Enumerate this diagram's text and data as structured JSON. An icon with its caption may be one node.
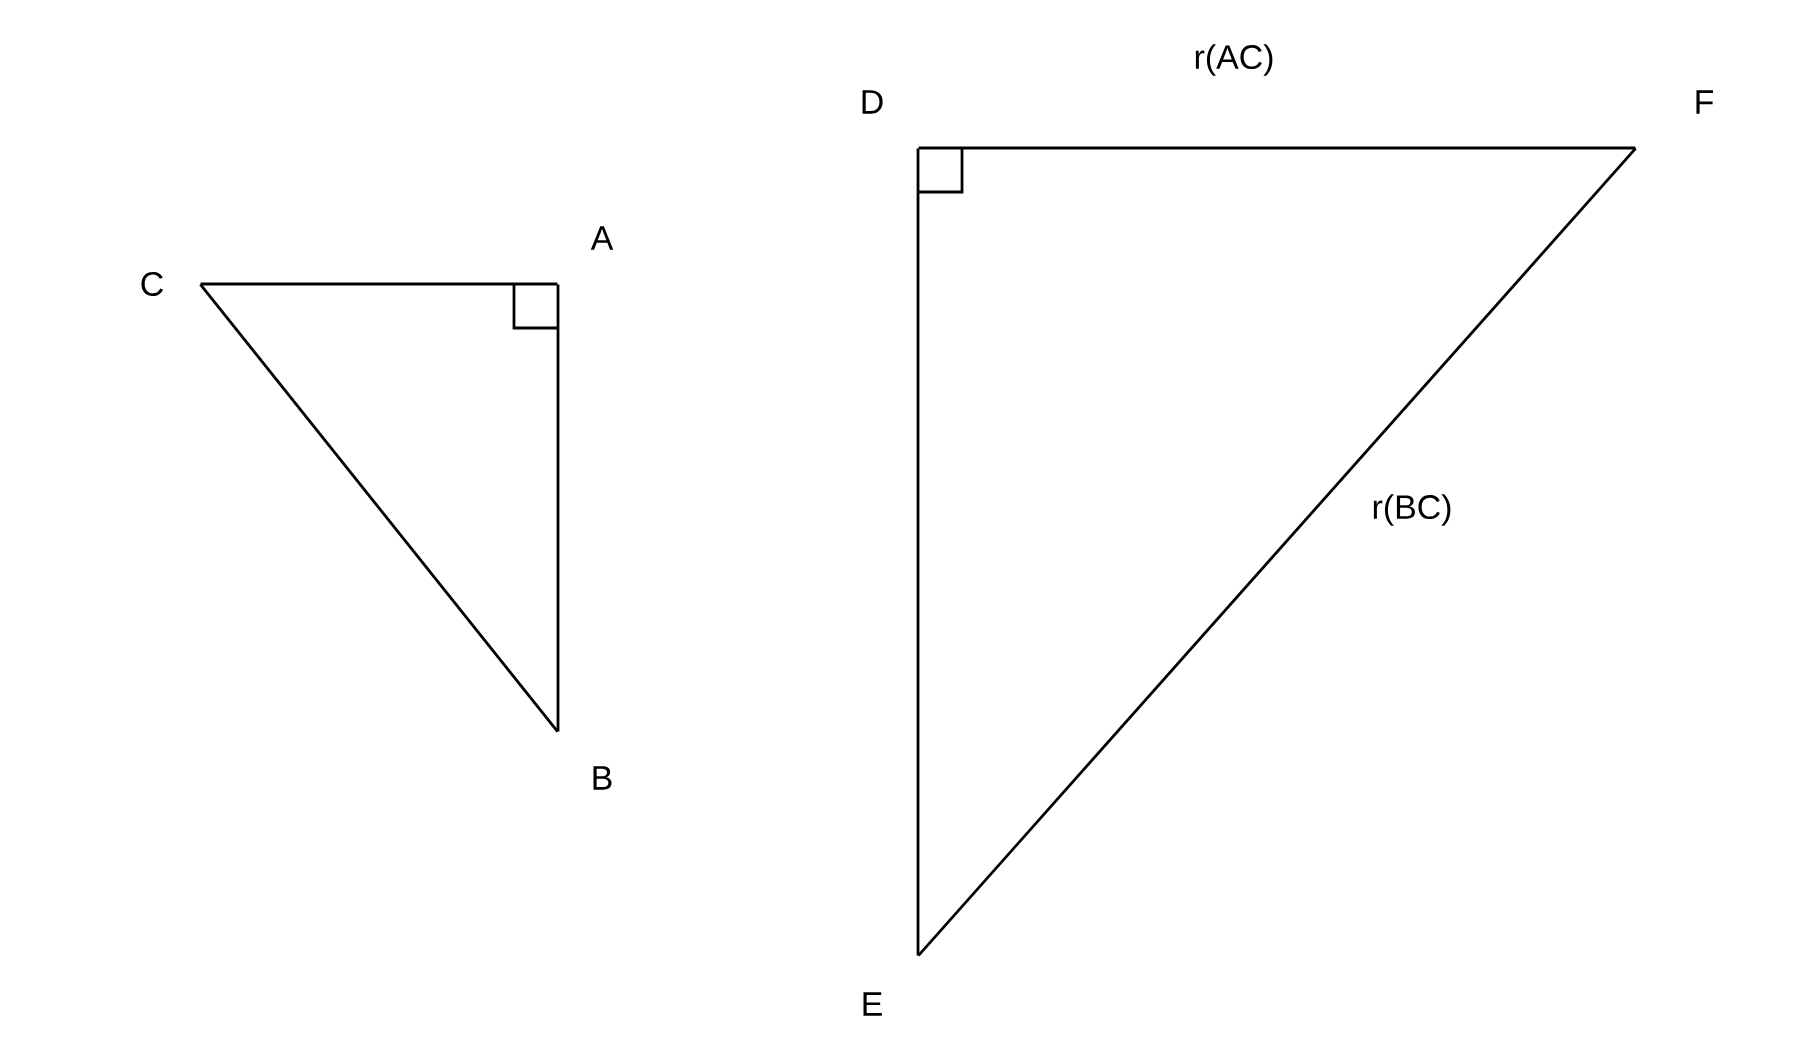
{
  "diagram": {
    "nodes": [
      {
        "text": [],
        "shape": "point",
        "beside": [
          "C"
        ]
      },
      {
        "text": [],
        "shape": "point",
        "beside": [
          "A"
        ]
      },
      {
        "text": [],
        "shape": "point",
        "beside": [
          "B"
        ]
      },
      {
        "text": [],
        "shape": "point",
        "beside": [
          "D"
        ]
      },
      {
        "text": [],
        "shape": "point",
        "beside": [
          "E"
        ]
      },
      {
        "text": [],
        "shape": "point",
        "beside": [
          "F"
        ]
      }
    ],
    "edges": [
      {
        "from": 0,
        "to": 1,
        "arrow": "none"
      },
      {
        "from": 1,
        "to": 2,
        "arrow": "none"
      },
      {
        "from": 0,
        "to": 2,
        "arrow": "none"
      },
      {
        "from": 3,
        "to": 5,
        "arrow": "none",
        "label": "r(AC)"
      },
      {
        "from": 3,
        "to": 4,
        "arrow": "none"
      },
      {
        "from": 4,
        "to": 5,
        "arrow": "none",
        "label": "r(BC)"
      }
    ]
  }
}
